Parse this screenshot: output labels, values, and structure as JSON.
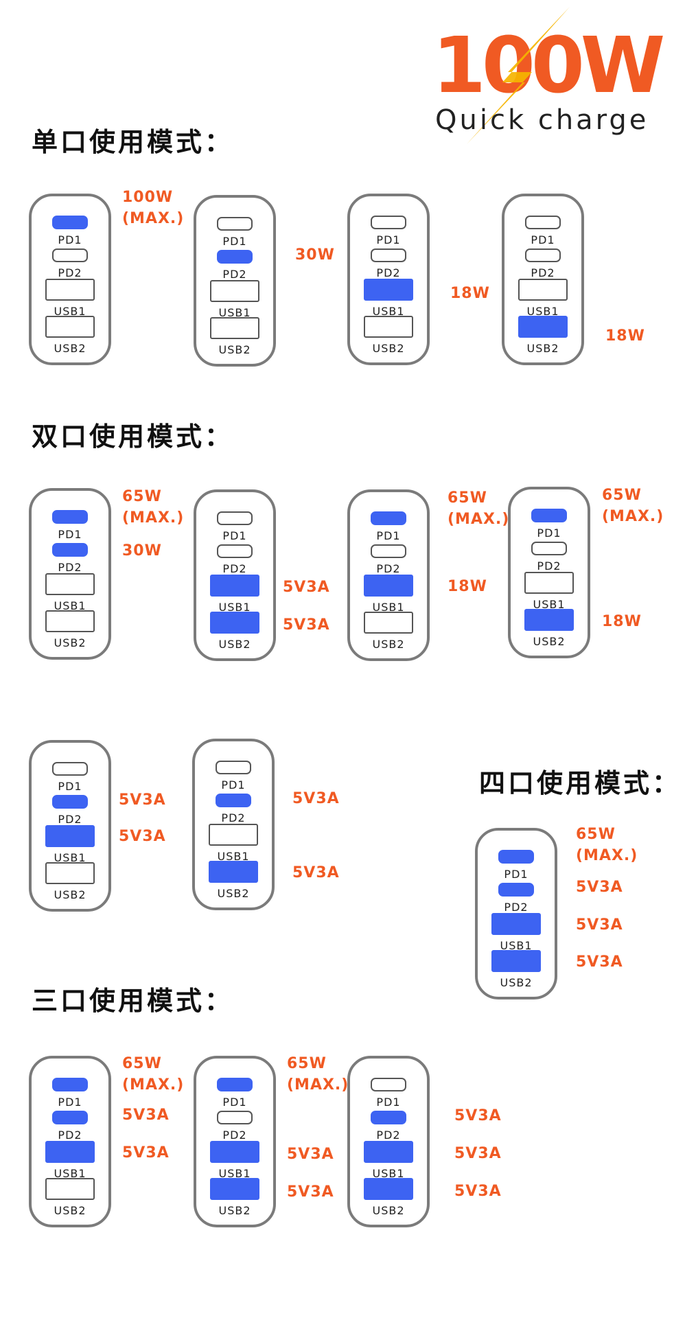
{
  "logo": {
    "title": "100W",
    "subtitle": "Quick charge",
    "bolt_color": "#f5b400",
    "accent_color": "#f05a23"
  },
  "colors": {
    "active_port": "#3d63f2",
    "power_text": "#f05a23",
    "outline": "#7b7b7b"
  },
  "port_labels": [
    "PD1",
    "PD2",
    "USB1",
    "USB2"
  ],
  "sections": {
    "single": "单口使用模式：",
    "dual": "双口使用模式：",
    "quad": "四口使用模式：",
    "triple": "三口使用模式："
  },
  "chargers": [
    {
      "group": "single",
      "active": [
        true,
        false,
        false,
        false
      ],
      "labels": [
        {
          "lines": [
            "100W",
            "(MAX.)"
          ]
        }
      ]
    },
    {
      "group": "single",
      "active": [
        false,
        true,
        false,
        false
      ],
      "labels": [
        {
          "lines": [
            "30W"
          ]
        }
      ]
    },
    {
      "group": "single",
      "active": [
        false,
        false,
        true,
        false
      ],
      "labels": [
        {
          "lines": [
            "18W"
          ]
        }
      ]
    },
    {
      "group": "single",
      "active": [
        false,
        false,
        false,
        true
      ],
      "labels": [
        {
          "lines": [
            "18W"
          ]
        }
      ]
    },
    {
      "group": "dual",
      "active": [
        true,
        true,
        false,
        false
      ],
      "labels": [
        {
          "lines": [
            "65W",
            "(MAX.)"
          ]
        },
        {
          "lines": [
            "30W"
          ]
        }
      ]
    },
    {
      "group": "dual",
      "active": [
        false,
        false,
        true,
        true
      ],
      "labels": [
        {
          "lines": [
            "5V3A"
          ]
        },
        {
          "lines": [
            "5V3A"
          ]
        }
      ]
    },
    {
      "group": "dual",
      "active": [
        true,
        false,
        true,
        false
      ],
      "labels": [
        {
          "lines": [
            "65W",
            "(MAX.)"
          ]
        },
        {
          "lines": [
            "18W"
          ]
        }
      ]
    },
    {
      "group": "dual",
      "active": [
        true,
        false,
        false,
        true
      ],
      "labels": [
        {
          "lines": [
            "65W",
            "(MAX.)"
          ]
        },
        {
          "lines": [
            "18W"
          ]
        }
      ]
    },
    {
      "group": "dual",
      "active": [
        false,
        true,
        true,
        false
      ],
      "labels": [
        {
          "lines": [
            "5V3A"
          ]
        },
        {
          "lines": [
            "5V3A"
          ]
        }
      ]
    },
    {
      "group": "dual",
      "active": [
        false,
        true,
        false,
        true
      ],
      "labels": [
        {
          "lines": [
            "5V3A"
          ]
        },
        {
          "lines": [
            "5V3A"
          ]
        }
      ]
    },
    {
      "group": "quad",
      "active": [
        true,
        true,
        true,
        true
      ],
      "labels": [
        {
          "lines": [
            "65W",
            "(MAX.)"
          ]
        },
        {
          "lines": [
            "5V3A"
          ]
        },
        {
          "lines": [
            "5V3A"
          ]
        },
        {
          "lines": [
            "5V3A"
          ]
        }
      ]
    },
    {
      "group": "triple",
      "active": [
        true,
        true,
        true,
        false
      ],
      "labels": [
        {
          "lines": [
            "65W",
            "(MAX.)"
          ]
        },
        {
          "lines": [
            "5V3A"
          ]
        },
        {
          "lines": [
            "5V3A"
          ]
        }
      ]
    },
    {
      "group": "triple",
      "active": [
        true,
        false,
        true,
        true
      ],
      "labels": [
        {
          "lines": [
            "65W",
            "(MAX.)"
          ]
        },
        {
          "lines": [
            "5V3A"
          ]
        },
        {
          "lines": [
            "5V3A"
          ]
        }
      ]
    },
    {
      "group": "triple",
      "active": [
        false,
        true,
        true,
        true
      ],
      "labels": [
        {
          "lines": [
            "5V3A"
          ]
        },
        {
          "lines": [
            "5V3A"
          ]
        },
        {
          "lines": [
            "5V3A"
          ]
        }
      ]
    }
  ]
}
